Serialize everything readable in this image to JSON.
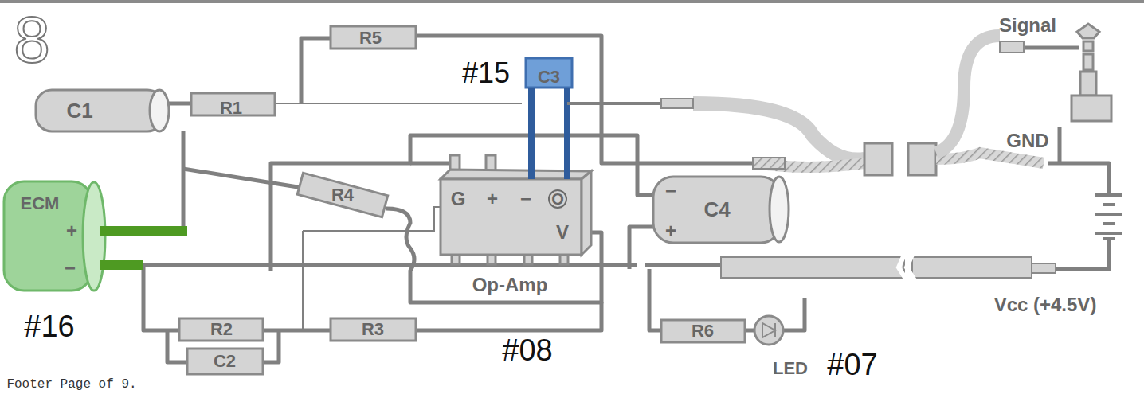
{
  "diagram": {
    "labels": [
      "8",
      "R5",
      "#15",
      "C3",
      "Signal",
      "C1",
      "R1",
      "GND",
      "ECM",
      "+",
      "−",
      "R4",
      "G",
      "+",
      "−",
      "O",
      "V",
      "C4",
      "−",
      "+",
      "Op-Amp",
      "#16",
      "R2",
      "R3",
      "#08",
      "R6",
      "LED",
      "#07",
      "Vcc (+4.5V)",
      "C2",
      "Footer Page of 9."
    ]
  }
}
